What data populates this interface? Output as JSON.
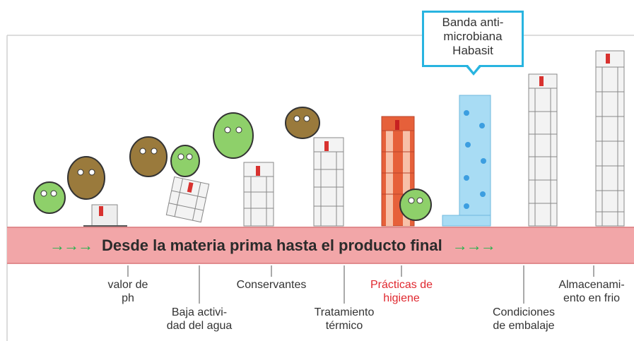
{
  "callout": {
    "lines": [
      "Banda anti-",
      "microbiana",
      "Habasit"
    ],
    "border_color": "#28b4e0"
  },
  "band": {
    "title": "Desde la materia prima hasta el producto final",
    "arrows_left": "→→→",
    "arrows_right": "→→→",
    "band_color": "#f2a6a8",
    "arrow_color": "#22b24c"
  },
  "labels": [
    {
      "id": "ph",
      "lines": [
        "valor de",
        "ph"
      ],
      "color": "#333333"
    },
    {
      "id": "water",
      "lines": [
        "Baja activi-",
        "dad del agua"
      ],
      "color": "#333333"
    },
    {
      "id": "preservatives",
      "lines": [
        "Conservantes"
      ],
      "color": "#333333"
    },
    {
      "id": "thermal",
      "lines": [
        "Tratamiento",
        "térmico"
      ],
      "color": "#333333"
    },
    {
      "id": "hygiene",
      "lines": [
        "Prácticas de",
        "higiene"
      ],
      "color": "#e0282f"
    },
    {
      "id": "packaging",
      "lines": [
        "Condiciones",
        "de embalaje"
      ],
      "color": "#333333"
    },
    {
      "id": "storage",
      "lines": [
        "Almacenami-",
        "ento en frio"
      ],
      "color": "#333333"
    }
  ]
}
